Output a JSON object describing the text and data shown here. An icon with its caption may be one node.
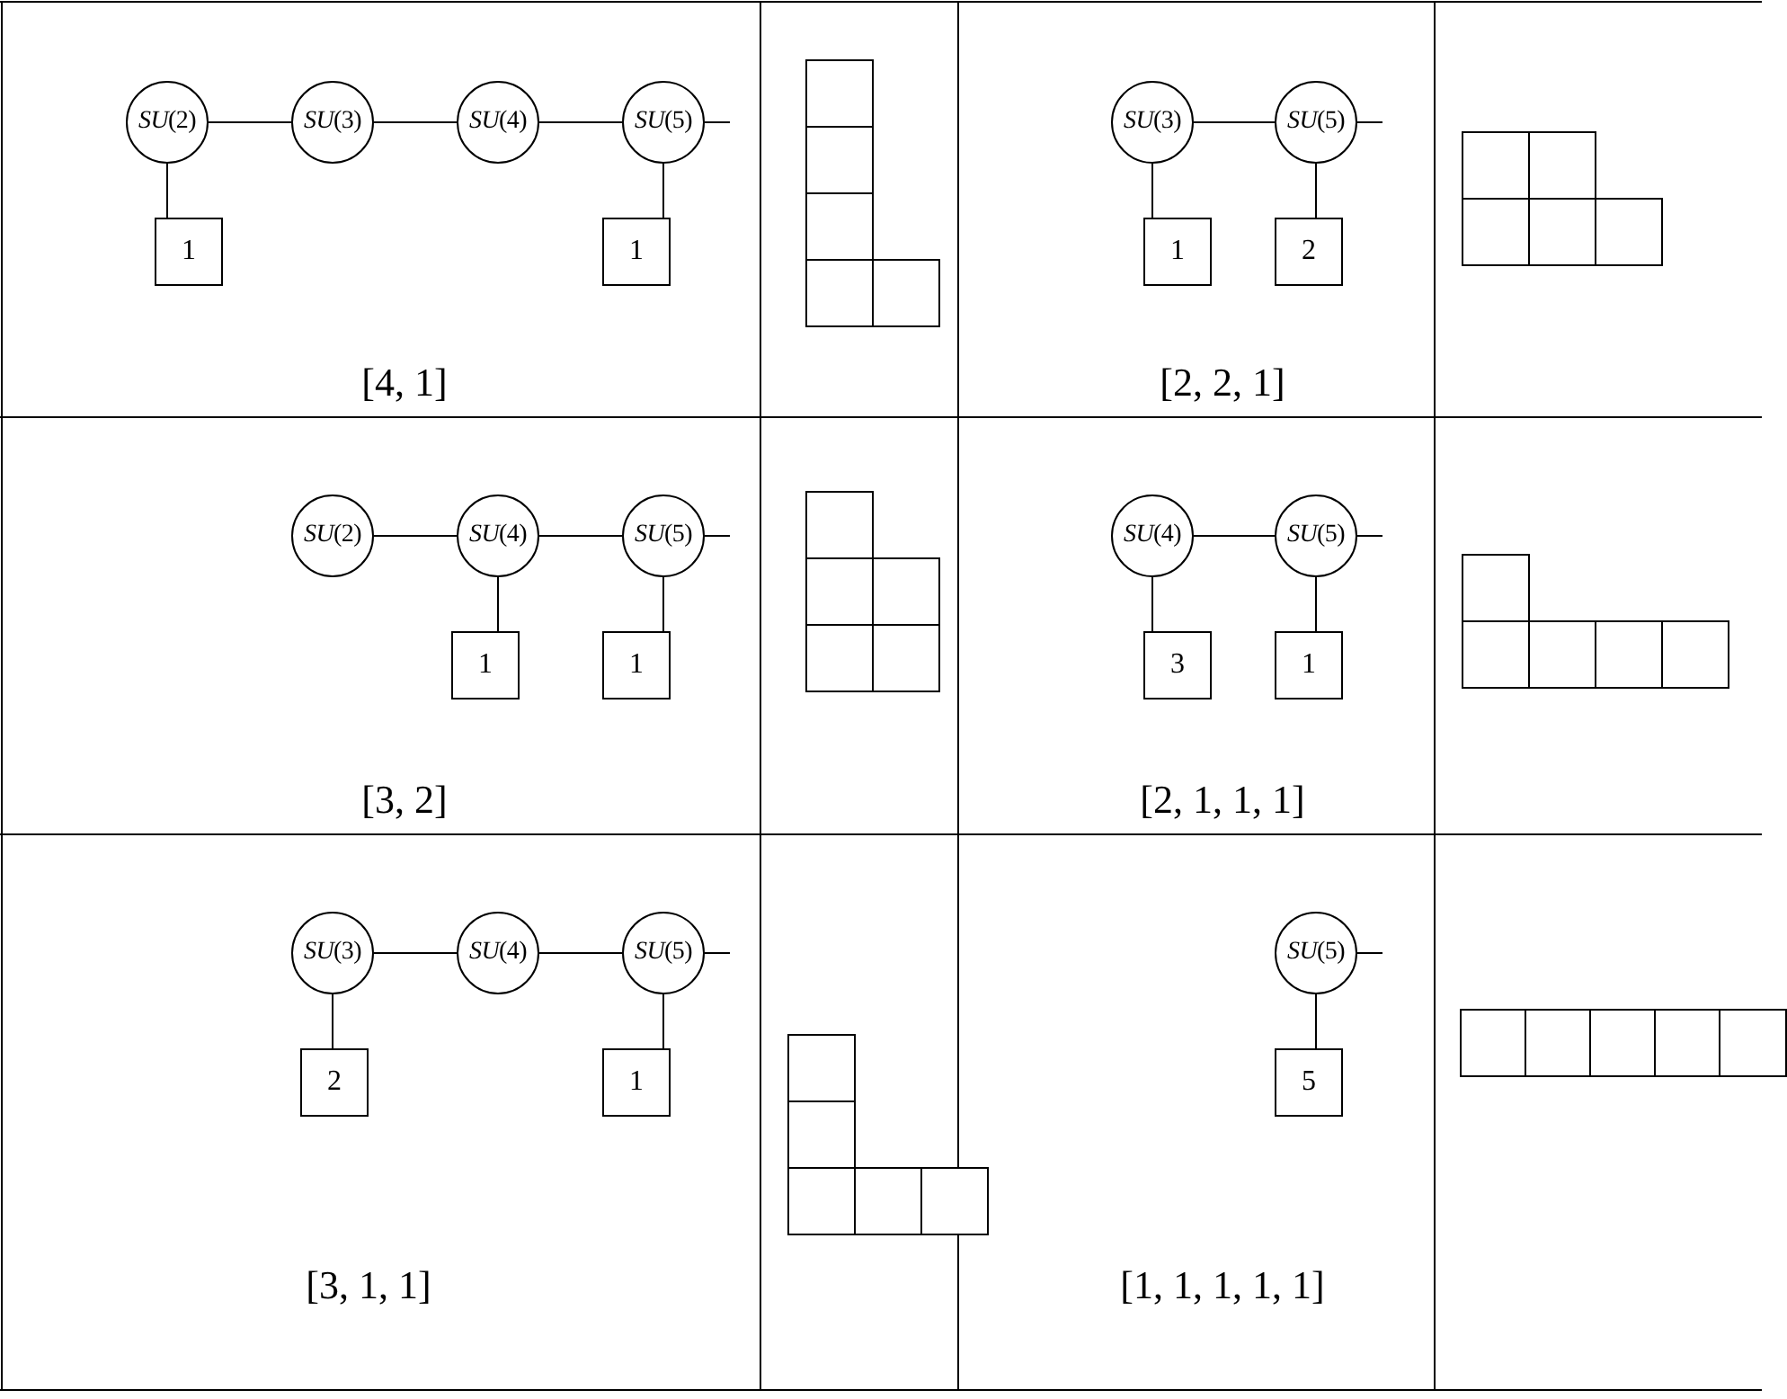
{
  "diagram": {
    "nodes": [
      {
        "text": [
          "*SU*(2)"
        ]
      },
      {
        "text": [
          "*SU*(3)"
        ]
      },
      {
        "text": [
          "*SU*(4)"
        ]
      },
      {
        "text": [
          "*SU*(5)"
        ]
      },
      {
        "text": [
          "1"
        ]
      },
      {
        "text": [
          "1"
        ]
      },
      {
        "text": [],
        "shape": "box"
      },
      {
        "text": [],
        "shape": "box"
      },
      {
        "text": [],
        "shape": "box"
      },
      {
        "text": [],
        "shape": "box"
      },
      {
        "text": [],
        "shape": "box"
      },
      {
        "text": [
          "*SU*(3)"
        ]
      },
      {
        "text": [
          "*SU*(5)"
        ]
      },
      {
        "text": [
          "1"
        ]
      },
      {
        "text": [
          "2"
        ]
      },
      {
        "text": [],
        "shape": "box"
      },
      {
        "text": [],
        "shape": "box"
      },
      {
        "text": [],
        "shape": "box"
      },
      {
        "text": [],
        "shape": "box"
      },
      {
        "text": [],
        "shape": "box"
      },
      {
        "text": [
          "*SU*(2)"
        ]
      },
      {
        "text": [
          "*SU*(4)"
        ]
      },
      {
        "text": [
          "*SU*(5)"
        ]
      },
      {
        "text": [
          "1"
        ]
      },
      {
        "text": [
          "1"
        ]
      },
      {
        "text": [],
        "shape": "box"
      },
      {
        "text": [],
        "shape": "box"
      },
      {
        "text": [],
        "shape": "box"
      },
      {
        "text": [],
        "shape": "box"
      },
      {
        "text": [],
        "shape": "box"
      },
      {
        "text": [
          "*SU*(4)"
        ]
      },
      {
        "text": [
          "*SU*(5)"
        ]
      },
      {
        "text": [
          "3"
        ]
      },
      {
        "text": [
          "1"
        ]
      },
      {
        "text": [],
        "shape": "box"
      },
      {
        "text": [],
        "shape": "box"
      },
      {
        "text": [],
        "shape": "box"
      },
      {
        "text": [],
        "shape": "box"
      },
      {
        "text": [],
        "shape": "box"
      },
      {
        "text": [
          "*SU*(3)"
        ]
      },
      {
        "text": [
          "*SU*(4)"
        ]
      },
      {
        "text": [
          "*SU*(5)"
        ]
      },
      {
        "text": [
          "2"
        ]
      },
      {
        "text": [
          "1"
        ]
      },
      {
        "text": [],
        "shape": "box"
      },
      {
        "text": [],
        "shape": "box"
      },
      {
        "text": [],
        "shape": "box"
      },
      {
        "text": [],
        "shape": "box"
      },
      {
        "text": [],
        "shape": "box"
      },
      {
        "text": [
          "*SU*(5)"
        ]
      },
      {
        "text": [
          "5"
        ]
      },
      {
        "text": [],
        "shape": "box"
      },
      {
        "text": [],
        "shape": "box"
      },
      {
        "text": [],
        "shape": "box"
      },
      {
        "text": [],
        "shape": "box"
      },
      {
        "text": [],
        "shape": "box"
      }
    ],
    "edges": [
      {
        "from": 0,
        "to": 1,
        "arrow": "none"
      },
      {
        "from": 1,
        "to": 2,
        "arrow": "none"
      },
      {
        "from": 2,
        "to": 3,
        "arrow": "none"
      },
      {
        "from": 3,
        "to": null,
        "arrow": "none"
      },
      {
        "from": 0,
        "to": 4,
        "arrow": "none"
      },
      {
        "from": 3,
        "to": 5,
        "arrow": "none"
      },
      {
        "from": 11,
        "to": 12,
        "arrow": "none"
      },
      {
        "from": 12,
        "to": null,
        "arrow": "none"
      },
      {
        "from": 11,
        "to": 13,
        "arrow": "none"
      },
      {
        "from": 12,
        "to": 14,
        "arrow": "none"
      },
      {
        "from": 20,
        "to": 21,
        "arrow": "none"
      },
      {
        "from": 21,
        "to": 22,
        "arrow": "none"
      },
      {
        "from": 22,
        "to": null,
        "arrow": "none"
      },
      {
        "from": 21,
        "to": 23,
        "arrow": "none"
      },
      {
        "from": 22,
        "to": 24,
        "arrow": "none"
      },
      {
        "from": 30,
        "to": 31,
        "arrow": "none"
      },
      {
        "from": 31,
        "to": null,
        "arrow": "none"
      },
      {
        "from": 30,
        "to": 32,
        "arrow": "none"
      },
      {
        "from": 31,
        "to": 33,
        "arrow": "none"
      },
      {
        "from": 39,
        "to": 40,
        "arrow": "none"
      },
      {
        "from": 40,
        "to": 41,
        "arrow": "none"
      },
      {
        "from": 41,
        "to": null,
        "arrow": "none"
      },
      {
        "from": 39,
        "to": 42,
        "arrow": "none"
      },
      {
        "from": 41,
        "to": 43,
        "arrow": "none"
      },
      {
        "from": 49,
        "to": null,
        "arrow": "none"
      },
      {
        "from": 49,
        "to": 50,
        "arrow": "none"
      }
    ],
    "labels": [
      "[4, 1]",
      "[2, 2, 1]",
      "[3, 2]",
      "[2, 1, 1, 1]",
      "[3, 1, 1]",
      "[1, 1, 1, 1, 1]"
    ]
  }
}
